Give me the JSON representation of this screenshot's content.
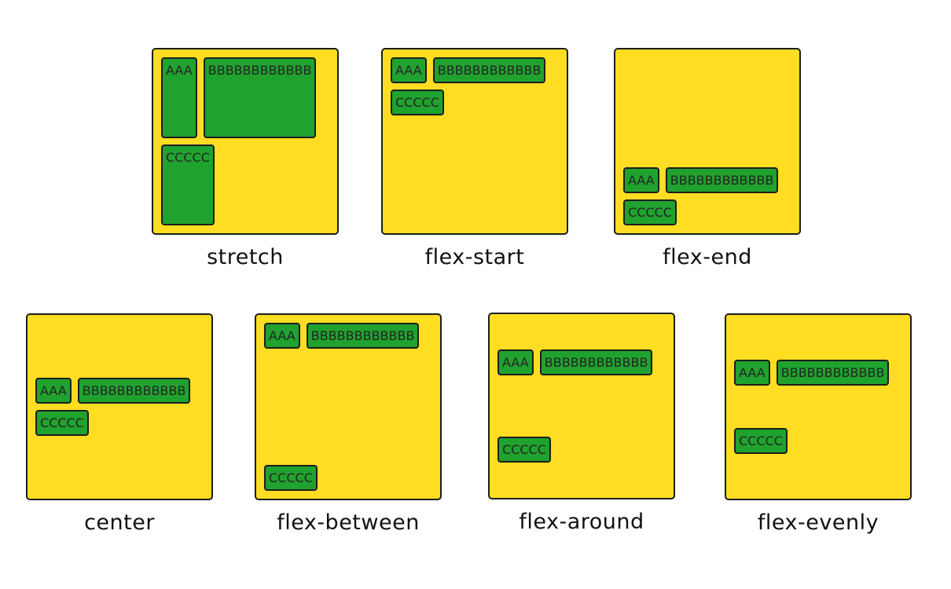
{
  "colors": {
    "page_bg": "#ffffff",
    "container_bg": "#ffdd22",
    "item_bg": "#20a22e",
    "border": "#1d1d1d",
    "label_text": "#111111",
    "item_text": "#242424"
  },
  "items": {
    "a": "AAA",
    "b": "BBBBBBBBBBBB",
    "c": "CCCCC"
  },
  "panels": [
    {
      "label": "stretch",
      "align_content": "stretch"
    },
    {
      "label": "flex-start",
      "align_content": "flex-start"
    },
    {
      "label": "flex-end",
      "align_content": "flex-end"
    },
    {
      "label": "center",
      "align_content": "center"
    },
    {
      "label": "flex-between",
      "align_content": "space-between"
    },
    {
      "label": "flex-around",
      "align_content": "space-around"
    },
    {
      "label": "flex-evenly",
      "align_content": "space-evenly"
    }
  ]
}
